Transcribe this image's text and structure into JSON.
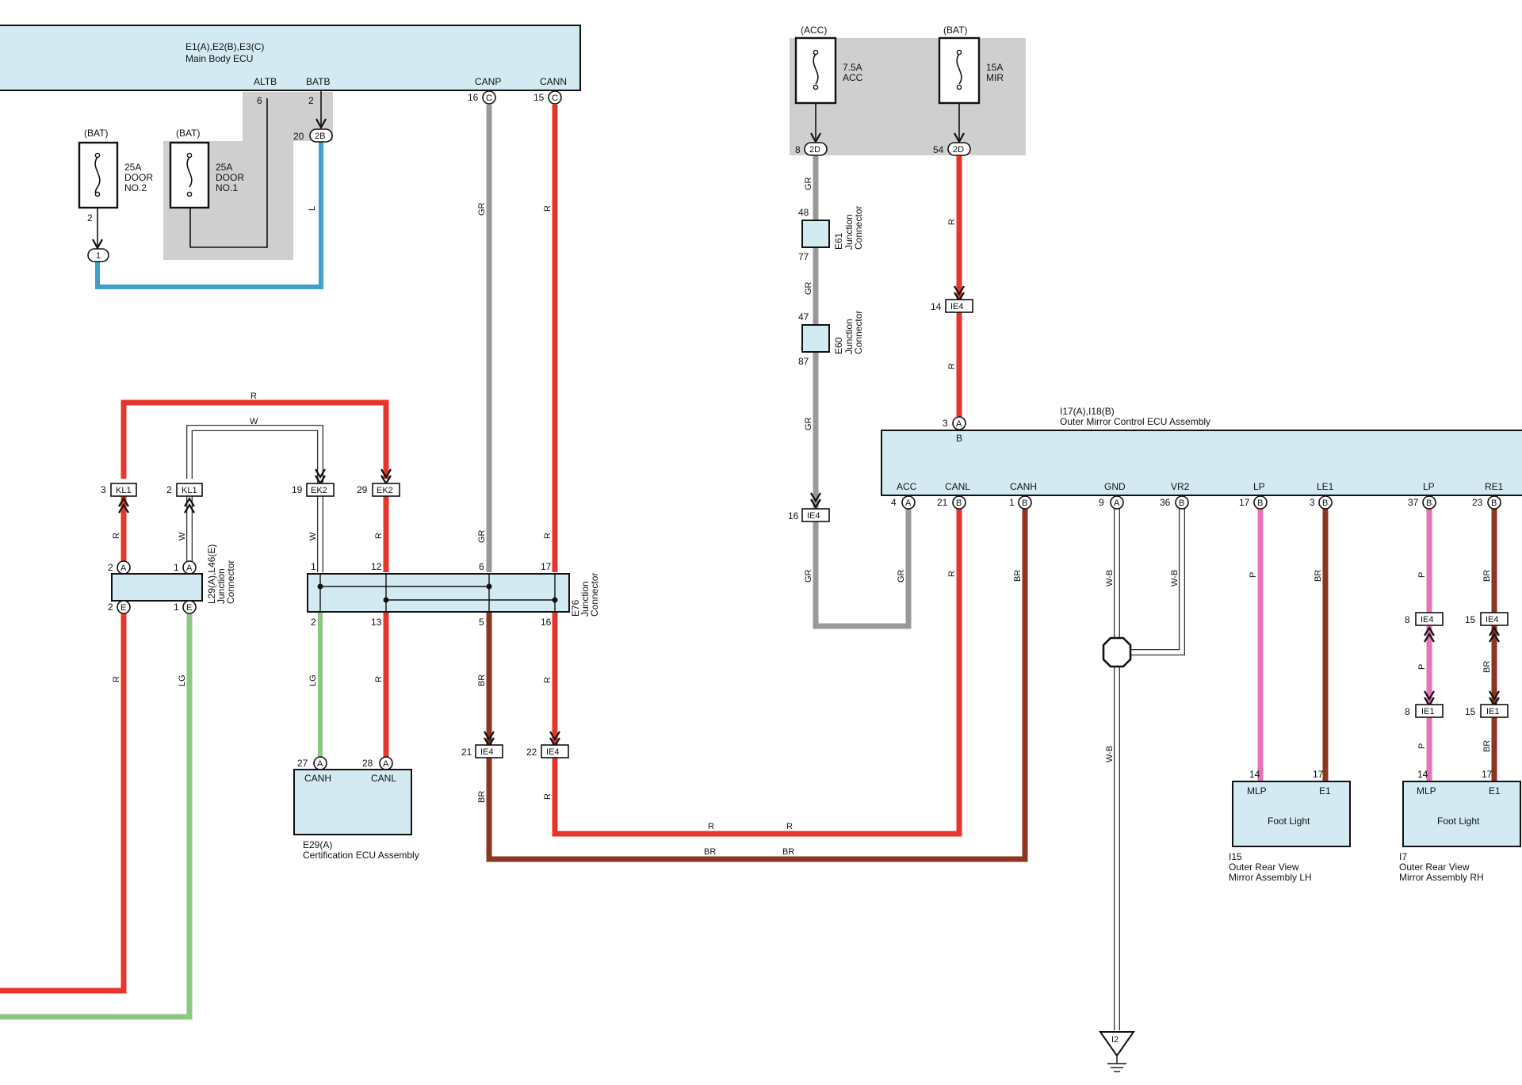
{
  "colors": {
    "R": "#e8352b",
    "GR": "#999999",
    "L": "#3fa0c8",
    "LG": "#8cc783",
    "BR": "#8b3620",
    "P": "#e573b5",
    "W": "#ffffff",
    "component_fill": "#d4eaf2",
    "relay_block_fill": "#cfcfcf"
  },
  "components": {
    "main_body_ecu": {
      "ref": "E1(A),E2(B),E3(C)",
      "name": "Main Body ECU",
      "pins": {
        "altb": "ALTB",
        "batb": "BATB",
        "canp": "CANP",
        "cann": "CANN"
      }
    },
    "outer_mirror_ecu": {
      "ref": "I17(A),I18(B)",
      "name": "Outer Mirror Control ECU Assembly",
      "top_pin": "B",
      "pins": {
        "acc": "ACC",
        "canl": "CANL",
        "canh": "CANH",
        "gnd": "GND",
        "vr2": "VR2",
        "lp1": "LP",
        "le1": "LE1",
        "lp2": "LP",
        "re1": "RE1"
      }
    },
    "cert_ecu": {
      "ref": "E29(A)",
      "name": "Certification ECU Assembly",
      "pins": {
        "canh": "CANH",
        "canl": "CANL"
      }
    },
    "mirror_lh": {
      "ref": "I15",
      "name1": "Outer Rear View",
      "name2": "Mirror Assembly LH",
      "inner": "Foot Light",
      "pins": {
        "mlp": "MLP",
        "e1": "E1"
      }
    },
    "mirror_rh": {
      "ref": "I7",
      "name1": "Outer Rear View",
      "name2": "Mirror Assembly RH",
      "inner": "Foot Light",
      "pins": {
        "mlp": "MLP",
        "e1": "E1"
      }
    },
    "junction_l29": {
      "ref": "L29(A),L46(E)",
      "name1": "Junction",
      "name2": "Connector"
    },
    "junction_e76": {
      "ref": "E76",
      "name1": "Junction",
      "name2": "Connector"
    },
    "junction_e61": {
      "ref": "E61",
      "name1": "Junction",
      "name2": "Connector"
    },
    "junction_e60": {
      "ref": "E60",
      "name1": "Junction",
      "name2": "Connector"
    }
  },
  "fuses": {
    "door2": {
      "source": "(BAT)",
      "l1": "25A",
      "l2": "DOOR",
      "l3": "NO.2"
    },
    "door1": {
      "source": "(BAT)",
      "l1": "25A",
      "l2": "DOOR",
      "l3": "NO.1"
    },
    "acc": {
      "source": "(ACC)",
      "l1": "7.5A",
      "l2": "ACC"
    },
    "mir": {
      "source": "(BAT)",
      "l1": "15A",
      "l2": "MIR"
    }
  },
  "connectors": {
    "c1": "1",
    "c2b": "2B",
    "c2d": "2D",
    "ie4": "IE4",
    "ie1": "IE1",
    "kl1": "KL1",
    "ek2": "EK2",
    "i2": "I2",
    "letter_a": "A",
    "letter_b": "B",
    "letter_c": "C",
    "letter_e": "E"
  },
  "wire_codes": {
    "R": "R",
    "GR": "GR",
    "L": "L",
    "LG": "LG",
    "BR": "BR",
    "P": "P",
    "W": "W",
    "WB": "W-B"
  },
  "pin_numbers": {
    "n1": "1",
    "n2": "2",
    "n3": "3",
    "n4": "4",
    "n5": "5",
    "n6": "6",
    "n8": "8",
    "n9": "9",
    "n12": "12",
    "n13": "13",
    "n14": "14",
    "n15": "15",
    "n16": "16",
    "n17": "17",
    "n19": "19",
    "n20": "20",
    "n21": "21",
    "n22": "22",
    "n23": "23",
    "n27": "27",
    "n28": "28",
    "n29": "29",
    "n36": "36",
    "n37": "37",
    "n47": "47",
    "n48": "48",
    "n54": "54",
    "n77": "77",
    "n87": "87"
  }
}
